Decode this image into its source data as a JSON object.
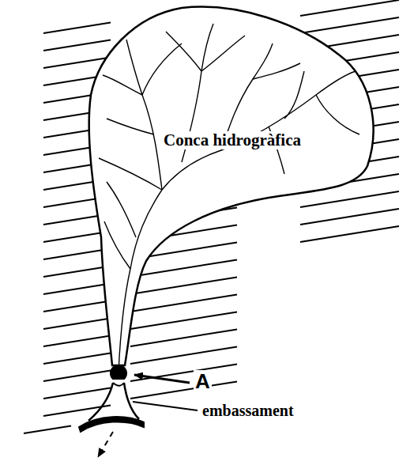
{
  "diagram": {
    "nodes": [
      {
        "text": [
          "Conca hidrogràfica"
        ]
      }
    ],
    "labels": [
      "A",
      "embassament"
    ]
  }
}
